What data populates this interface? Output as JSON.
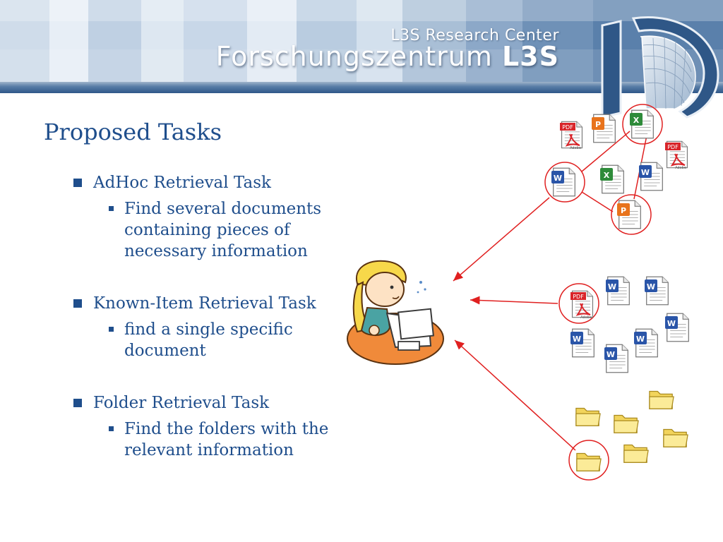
{
  "header": {
    "org_line": "L3S Research Center",
    "brand_prefix": "Forschungs",
    "brand_suffix": "zentrum",
    "brand_bold": "L3S"
  },
  "slide": {
    "title": "Proposed Tasks",
    "tasks": [
      {
        "label": "AdHoc Retrieval Task",
        "detail_lines": [
          "Find several documents",
          "containing pieces of",
          "necessary information"
        ]
      },
      {
        "label": "Known-Item Retrieval Task",
        "detail_lines": [
          "find a single specific",
          "document"
        ]
      },
      {
        "label": "Folder Retrieval Task",
        "detail_lines": [
          "Find the folders with the",
          "relevant information"
        ]
      }
    ]
  },
  "icons": {
    "pdf_label": "PDF",
    "adobe_label": "Adobe",
    "word_letter": "W",
    "excel_letter": "X",
    "ppt_letter": "P"
  },
  "colors": {
    "title_blue": "#1f4e8c",
    "connector_red": "#e02020",
    "word_blue": "#2a55a8",
    "excel_green": "#2e8b3a",
    "ppt_orange": "#e8731c",
    "pdf_red": "#d9252a",
    "folder_yellow": "#f6e27a"
  }
}
